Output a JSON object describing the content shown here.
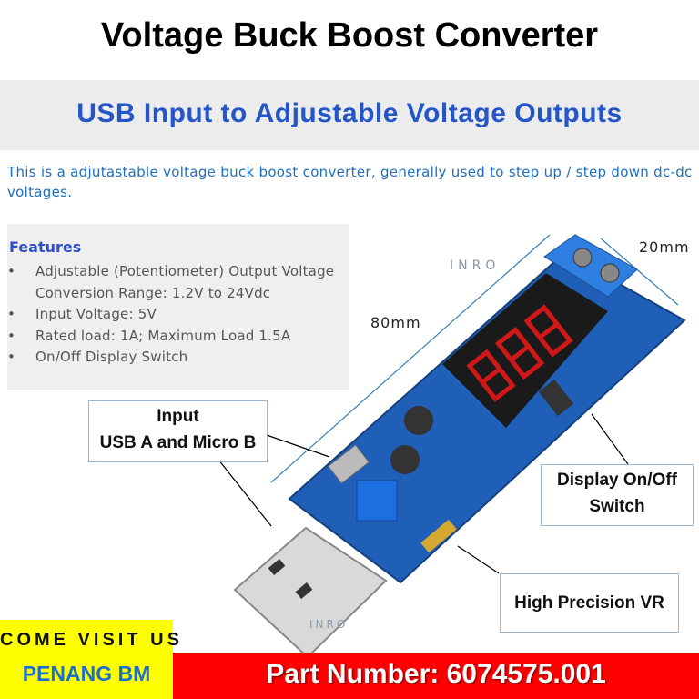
{
  "header": {
    "title": "Voltage Buck Boost Converter",
    "subtitle": "USB Input to Adjustable Voltage Outputs"
  },
  "description": "This is a adjutastable voltage buck boost converter, generally used to step up / step down dc-dc voltages.",
  "features": {
    "heading": "Features",
    "items": [
      "Adjustable (Potentiometer) Output Voltage Conversion Range: 1.2V to 24Vdc",
      "Input Voltage: 5V",
      "Rated load: 1A; Maximum Load 1.5A",
      "On/Off Display Switch"
    ]
  },
  "callouts": {
    "input_line1": "Input",
    "input_line2": "USB A and Micro B",
    "display_line1": "Display On/Off",
    "display_line2": "Switch",
    "vr": "High Precision VR"
  },
  "dimensions": {
    "length": "80mm",
    "width": "20mm"
  },
  "watermark": "INRO",
  "footer": {
    "visit": "COME VISIT US",
    "store": "PENANG BM",
    "part_number": "Part Number: 6074575.001"
  },
  "colors": {
    "accent_blue": "#2456c8",
    "pcb_blue": "#1f5fb8",
    "footer_red": "#ff0000",
    "footer_yellow": "#ffff00"
  }
}
